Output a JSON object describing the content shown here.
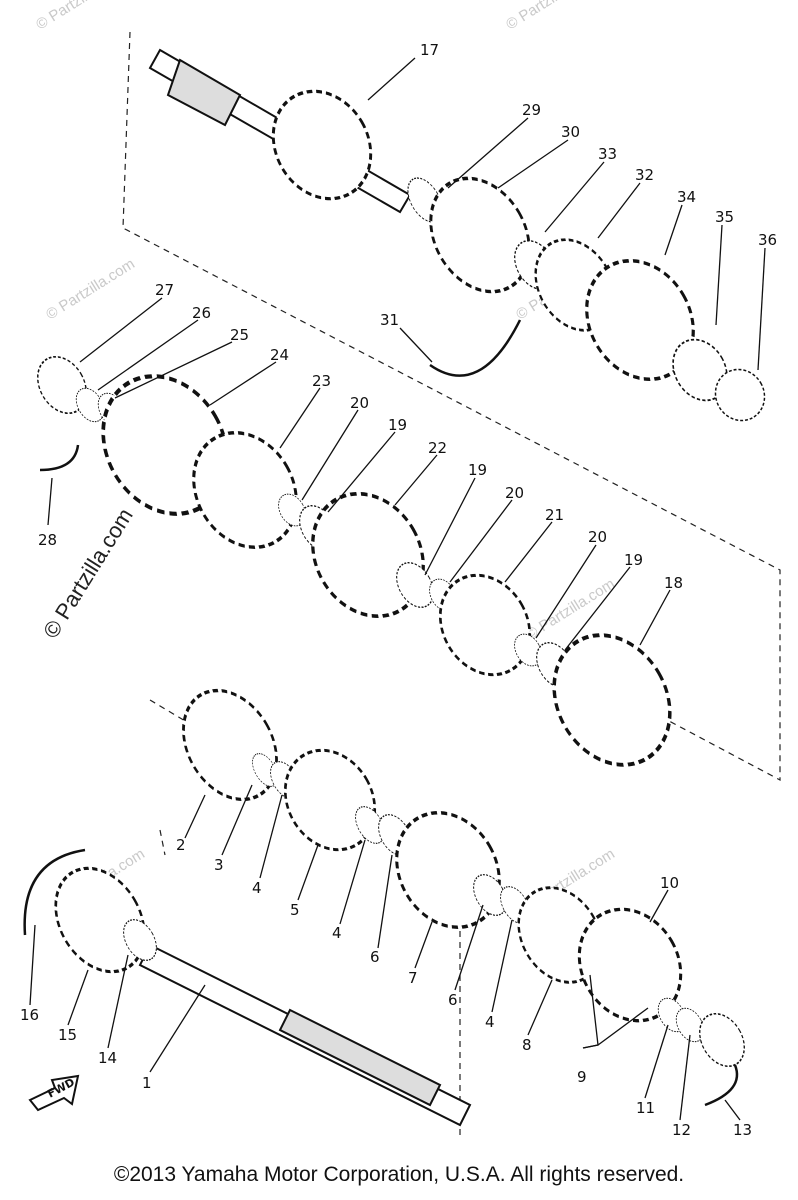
{
  "diagram": {
    "callouts": [
      "17",
      "29",
      "30",
      "33",
      "32",
      "34",
      "35",
      "36",
      "31",
      "27",
      "26",
      "25",
      "24",
      "23",
      "20",
      "19",
      "22",
      "19",
      "20",
      "21",
      "20",
      "19",
      "18",
      "28",
      "2",
      "3",
      "4",
      "5",
      "4",
      "6",
      "7",
      "6",
      "4",
      "8",
      "10",
      "9",
      "11",
      "12",
      "13",
      "16",
      "15",
      "14",
      "1"
    ],
    "fwd_label": "FWD",
    "watermark_main": "© Partzilla.com",
    "watermark_faint": "© Partzilla.com",
    "copyright": "©2013 Yamaha Motor Corporation, U.S.A. All rights reserved."
  },
  "colors": {
    "ink": "#111111",
    "background": "#ffffff",
    "watermark": "#c9c9c9"
  }
}
